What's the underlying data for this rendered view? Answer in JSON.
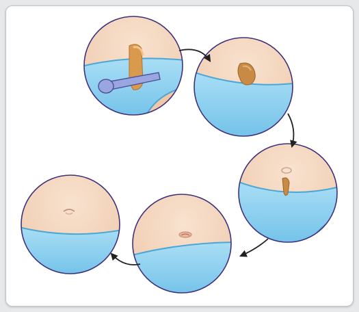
{
  "figure": {
    "kind": "umbilical-cord-stump-healing-sequence",
    "stages": [
      {
        "step": 1,
        "icon": "cord-stump-with-clamp-icon"
      },
      {
        "step": 2,
        "icon": "shrunken-stump-icon"
      },
      {
        "step": 3,
        "icon": "drying-stump-icon"
      },
      {
        "step": 4,
        "icon": "healing-navel-icon"
      },
      {
        "step": 5,
        "icon": "healed-navel-icon"
      }
    ],
    "colors": {
      "skin": "#f4d6bf",
      "skin_shadow": "#e8b89a",
      "diaper": "#8fd0ee",
      "diaper_dark": "#5eb6e2",
      "outline": "#3f2f7a",
      "stump": "#d99a4e",
      "clamp": "#9aa6e0",
      "arrow": "#222222"
    }
  }
}
